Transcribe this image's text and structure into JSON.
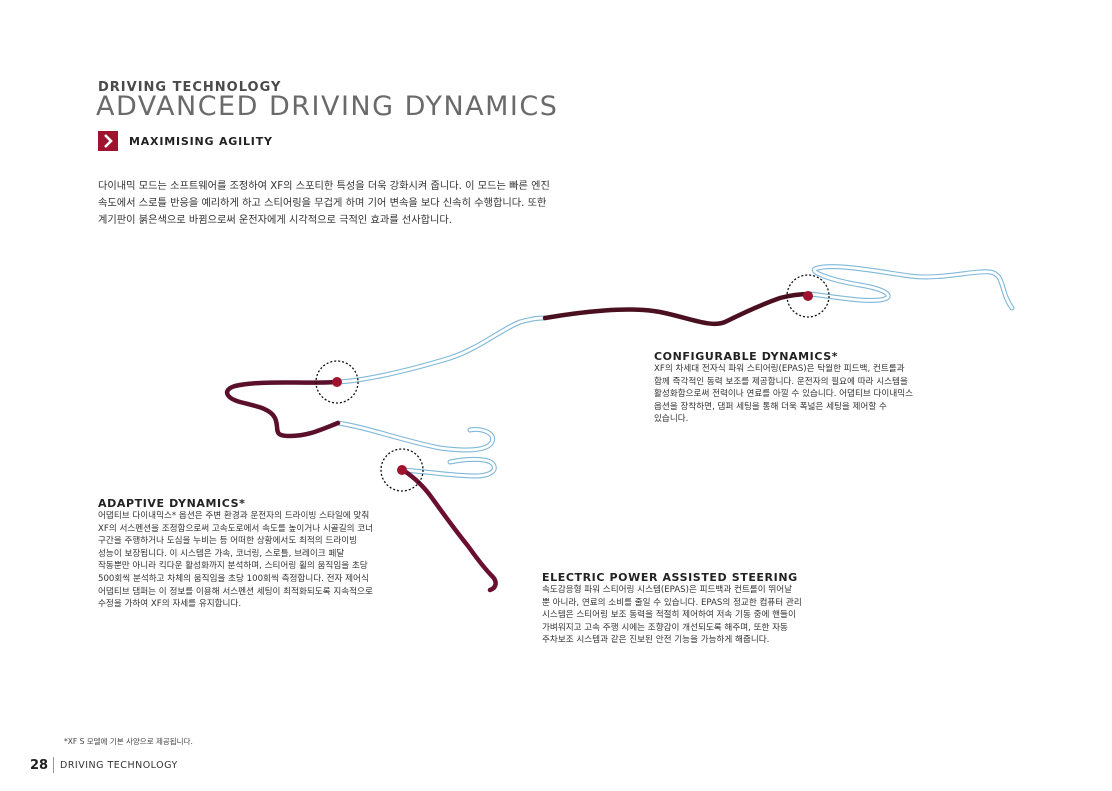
{
  "header": {
    "eyebrow": "DRIVING TECHNOLOGY",
    "title": "ADVANCED DRIVING DYNAMICS",
    "subhead": "MAXIMISING AGILITY"
  },
  "intro": [
    "다이내믹 모드는 소프트웨어를 조정하여 XF의 스포티한 특성을 더욱 강화시켜 줍니다. 이 모드는 빠른 엔진",
    "속도에서 스로틀 반응을 예리하게 하고 스티어링을 무겁게 하며 기어 변속을 보다 신속히 수행합니다. 또한",
    "계기판이 붉은색으로 바뀜으로써 운전자에게 시각적으로 극적인 효과를 선사합니다."
  ],
  "sections": {
    "configurable": {
      "title": "CONFIGURABLE DYNAMICS*",
      "lines": [
        "XF의 차세대 전자식 파워 스티어링(EPAS)은 탁월한 피드백, 컨트롤과",
        "함께 즉각적인 동력 보조를 제공합니다. 운전자의 필요에 따라 시스템을",
        "활성화함으로써 전력이나 연료를 아낄 수 있습니다. 어댑티브 다이내믹스",
        "옵션을 장착하면, 댐퍼 세팅을 통해 더욱 폭넓은 세팅을 제어할 수",
        "있습니다."
      ]
    },
    "adaptive": {
      "title": "ADAPTIVE DYNAMICS*",
      "lines": [
        "어댑티브 다이내믹스* 옵션은 주변 환경과 운전자의 드라이빙 스타일에 맞춰",
        "XF의 서스펜션을 조정함으로써 고속도로에서 속도를 높이거나 시골길의 코너",
        "구간을 주행하거나 도심을 누비는 등 어떠한 상황에서도 최적의 드라이빙",
        "성능이 보장됩니다. 이 시스템은 가속, 코너링, 스로틀, 브레이크 페달",
        "작동뿐만 아니라 킥다운 활성화까지 분석하며, 스티어링 휠의 움직임을 초당",
        "500회씩 분석하고 차체의 움직임을 초당 100회씩 측정합니다. 전자 제어식",
        "어댑티브 댐퍼는 이 정보를 이용해 서스펜션 세팅이 최적화되도록 지속적으로",
        "수정을 가하여 XF의 자세를 유지합니다."
      ]
    },
    "epas": {
      "title": "ELECTRIC POWER ASSISTED STEERING",
      "lines": [
        "속도감응형 파워 스티어링 시스템(EPAS)은 피드백과 컨트롤이 뛰어날",
        "뿐 아니라, 연료의 소비를 줄일 수 있습니다. EPAS의 정교한 컴퓨터 관리",
        "시스템은 스티어링 보조 동력을 적절히 제어하여 저속 기동 중에 핸들이",
        "가벼워지고 고속 주행 시에는 조향감이 개선되도록 해주며, 또한 자동",
        "주차보조 시스템과 같은 진보된 안전 기능을 가능하게 해줍니다."
      ]
    }
  },
  "footer": {
    "footnote": "*XF S 모델에 기본 사양으로 제공됩니다.",
    "page_number": "28",
    "page_label": "DRIVING TECHNOLOGY"
  },
  "colors": {
    "accent": "#a0132f",
    "road_blue": "#7fb8d8",
    "road_dark": "#2a1a20"
  },
  "icons": {
    "subhead_marker": "chevron-right-icon"
  }
}
